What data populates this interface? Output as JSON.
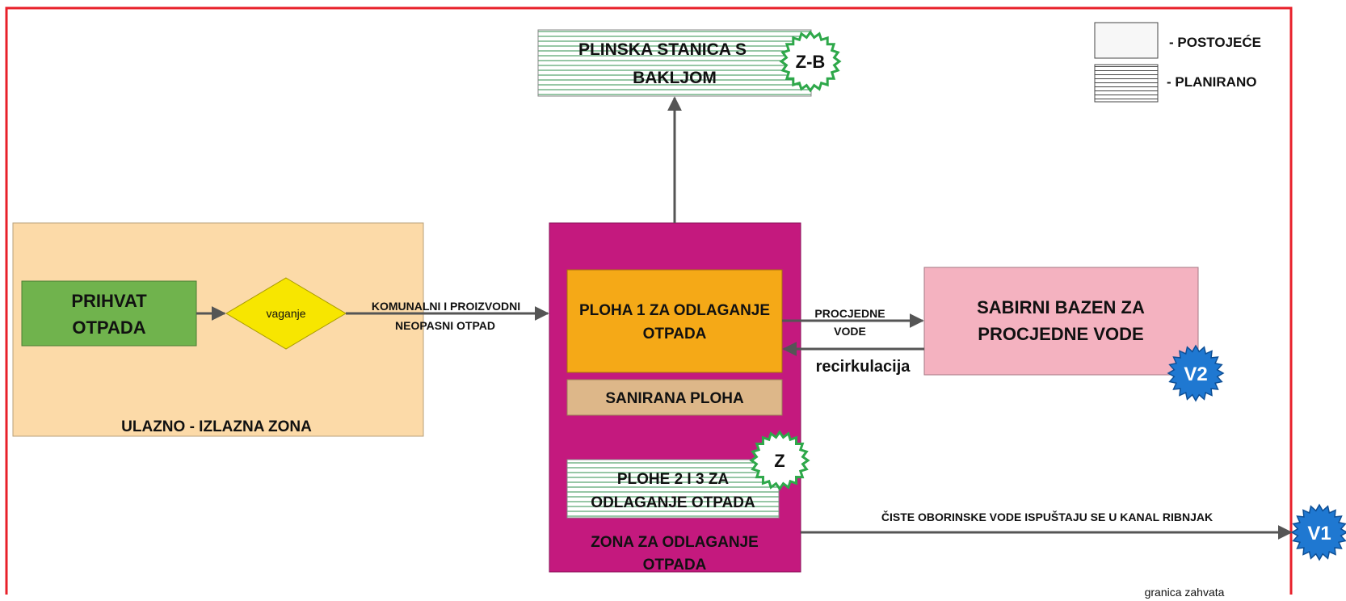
{
  "colors": {
    "boundary": "#e8202a",
    "entry_zone_fill": "#fcdaa8",
    "accept_fill": "#70b34d",
    "weigh_fill": "#f7e600",
    "disposal_zone_fill": "#c4197e",
    "plot1_fill": "#f5a917",
    "remediated_fill": "#ddb789",
    "basin_fill": "#f4b2c0",
    "planned_hatch": "#2f8f4e",
    "marker_green": "#2ea84a",
    "marker_blue": "#1f78d1",
    "arrow": "#555555"
  },
  "legend": {
    "existing": "- POSTOJEĆE",
    "planned": "- PLANIRANO"
  },
  "nodes": {
    "gas_station": {
      "line1": "PLINSKA STANICA S",
      "line2": "BAKLJOM",
      "marker": "Z-B"
    },
    "entry_zone": {
      "label": "ULAZNO - IZLAZNA ZONA"
    },
    "accept": {
      "line1": "PRIHVAT",
      "line2": "OTPADA"
    },
    "weigh": {
      "label": "vaganje"
    },
    "disposal_zone": {
      "line1": "ZONA ZA ODLAGANJE",
      "line2": "OTPADA"
    },
    "plot1": {
      "line1": "PLOHA 1 ZA ODLAGANJE",
      "line2": "OTPADA"
    },
    "remediated": {
      "label": "SANIRANA PLOHA"
    },
    "plots23": {
      "line1": "PLOHE 2 I 3 ZA",
      "line2": "ODLAGANJE OTPADA",
      "marker": "Z"
    },
    "basin": {
      "line1": "SABIRNI BAZEN ZA",
      "line2": "PROCJEDNE VODE",
      "marker": "V2"
    },
    "outlet": {
      "marker": "V1"
    }
  },
  "edges": {
    "waste_line1": "KOMUNALNI I PROIZVODNI",
    "waste_line2": "NEOPASNI OTPAD",
    "leachate_line1": "PROCJEDNE",
    "leachate_line2": "VODE",
    "recirculation": "recirkulacija",
    "stormwater": "ČISTE OBORINSKE VODE ISPUŠTAJU SE U KANAL RIBNJAK"
  },
  "boundary_label": "granica zahvata"
}
